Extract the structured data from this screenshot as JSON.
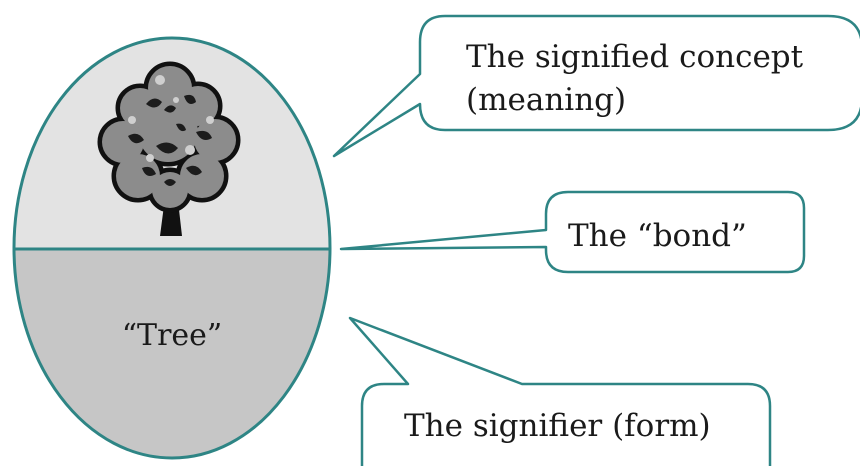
{
  "diagram": {
    "signified_label_line1": "The signified concept",
    "signified_label_line2": "(meaning)",
    "bond_label": "The “bond”",
    "signifier_label": "The signifier (form)",
    "word_label": "“Tree”",
    "signified_picture": "tree-icon"
  },
  "colors": {
    "outline": "#2e8585",
    "top_fill": "#e3e3e3",
    "bottom_fill": "#c6c6c6",
    "text": "#1a1a1a"
  }
}
